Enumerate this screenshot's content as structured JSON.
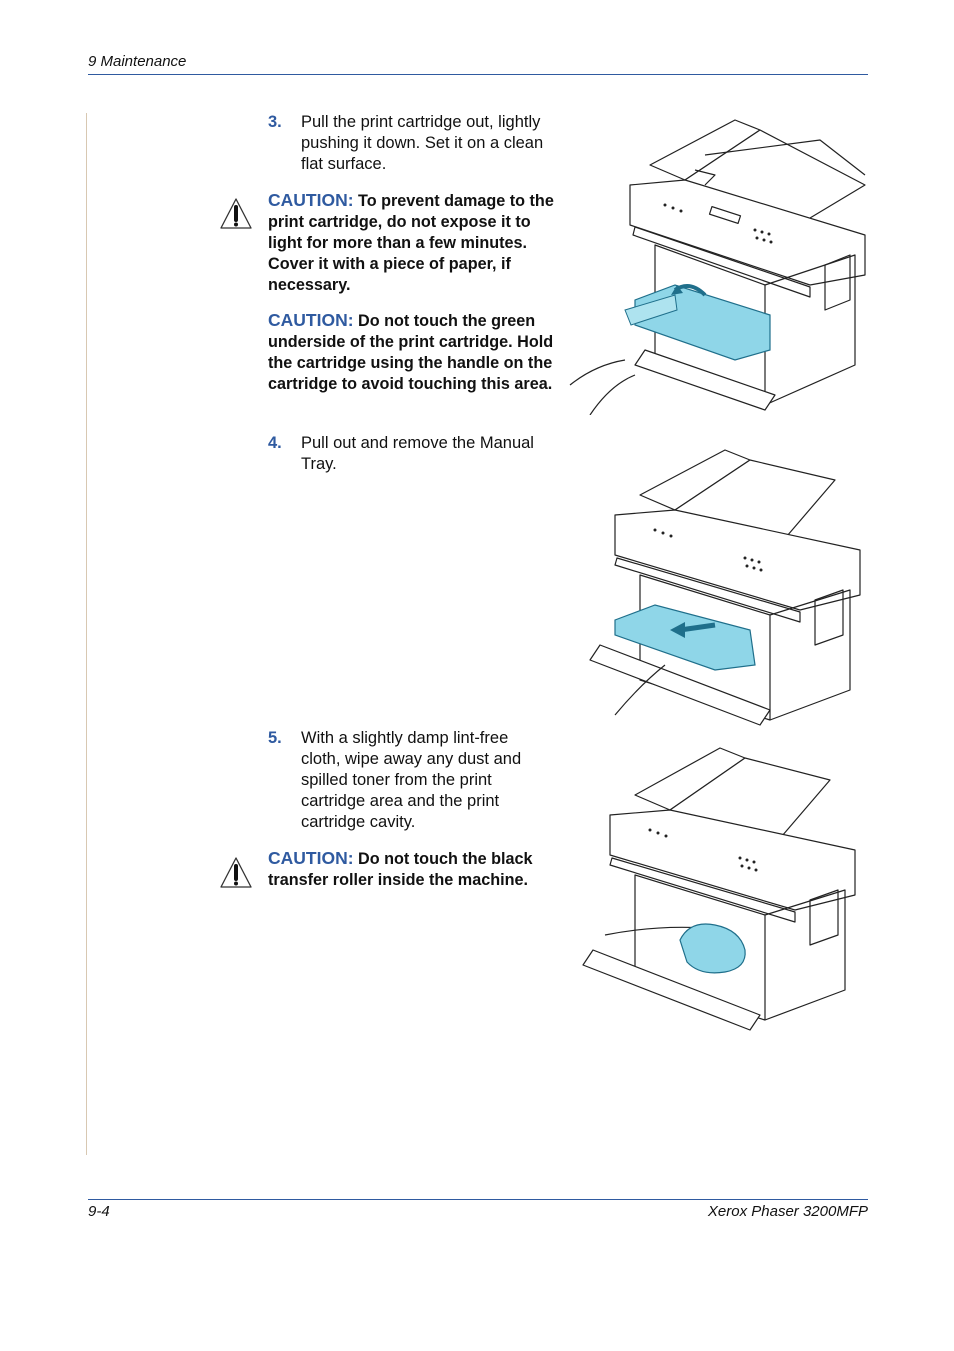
{
  "header": {
    "section": "9   Maintenance"
  },
  "footer": {
    "page": "9-4",
    "product": "Xerox Phaser 3200MFP"
  },
  "steps": [
    {
      "num": "3.",
      "text": "Pull the print cartridge out, lightly pushing it down. Set it on a clean flat surface."
    },
    {
      "num": "4.",
      "text": "Pull out and remove the Manual Tray."
    },
    {
      "num": "5.",
      "text": "With a slightly damp lint-free cloth, wipe away any dust and spilled toner from the print cartridge area and the print cartridge cavity."
    }
  ],
  "cautions": [
    {
      "label": "CAUTION:",
      "text": "To prevent damage to the print cartridge, do not expose it to light for more than a few minutes. Cover it with a piece of paper, if necessary."
    },
    {
      "label": "CAUTION:",
      "text": "Do not touch the green underside of the print cartridge. Hold the cartridge using the handle on the cartridge to avoid touching this area."
    },
    {
      "label": "CAUTION:",
      "text": "Do not touch the black transfer roller inside the machine."
    }
  ],
  "illustrations": [
    {
      "name": "remove-cartridge",
      "highlight": "#8fd6e8"
    },
    {
      "name": "remove-manual-tray",
      "highlight": "#8fd6e8"
    },
    {
      "name": "wipe-cavity",
      "highlight": "#8fd6e8"
    }
  ],
  "colors": {
    "accent": "#2f5aa0",
    "rule_side": "#d8c8b2",
    "line_art": "#222222"
  }
}
